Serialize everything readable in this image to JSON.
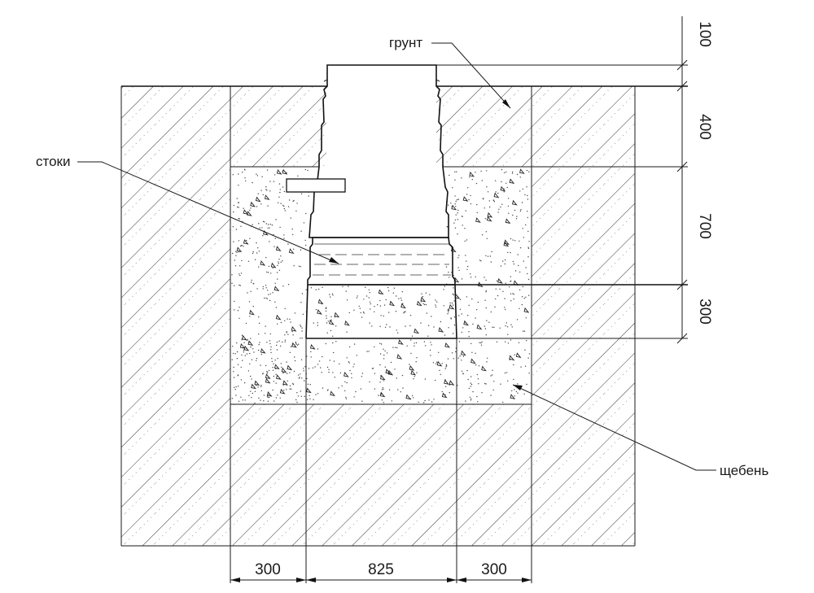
{
  "labels": {
    "soil": "грунт",
    "sewage": "стоки",
    "gravel": "щебень"
  },
  "vertical_dimensions": [
    "100",
    "400",
    "700",
    "300"
  ],
  "horizontal_dimensions": [
    "300",
    "825",
    "300"
  ],
  "colors": {
    "line": "#1a1a1a",
    "background": "#ffffff",
    "gravel_fill": "#ffffff"
  }
}
